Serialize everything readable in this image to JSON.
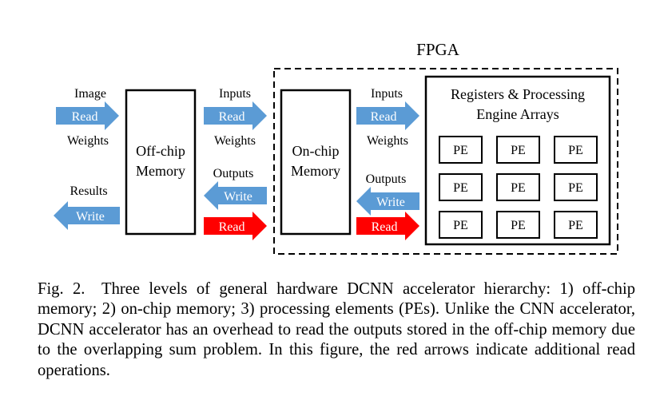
{
  "diagram": {
    "fpga_label": "FPGA",
    "image_label": "Image",
    "read_label": "Read",
    "write_label": "Write",
    "weights_label": "Weights",
    "results_label": "Results",
    "inputs_label": "Inputs",
    "outputs_label": "Outputs",
    "offchip_line1": "Off-chip",
    "offchip_line2": "Memory",
    "onchip_line1": "On-chip",
    "onchip_line2": "Memory",
    "pe_title_line1": "Registers & Processing",
    "pe_title_line2": "Engine Arrays",
    "pe_label": "PE",
    "colors": {
      "blue_arrow": "#5b9bd5",
      "red_arrow": "#ff0000"
    }
  },
  "caption": "Fig. 2. Three levels of general hardware DCNN accelerator hierarchy: 1) off-chip memory; 2) on-chip memory; 3) processing elements (PEs). Unlike the CNN accelerator, DCNN accelerator has an overhead to read the outputs stored in the off-chip memory due to the overlapping sum problem. In this figure, the red arrows indicate additional read operations."
}
